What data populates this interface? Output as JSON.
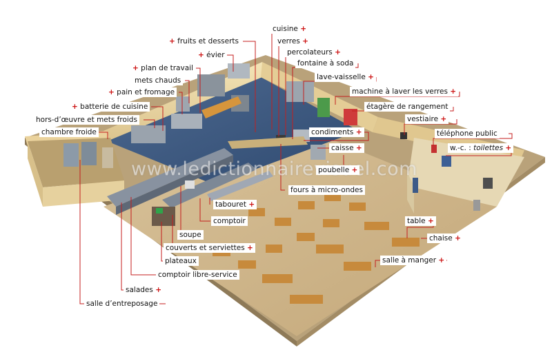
{
  "watermark": "www.ledictionnairevisuel.com",
  "plus_sign": "+",
  "colors": {
    "leader": "#c41e1e",
    "floor": "#cdb48a",
    "wall": "#ecd9a6",
    "kitchen_floor": "#3e5a80"
  },
  "labels": [
    {
      "id": "cuisine",
      "text": "cuisine",
      "plus": "after"
    },
    {
      "id": "verres",
      "text": "verres",
      "plus": "after"
    },
    {
      "id": "fruits-et-desserts",
      "text": "fruits et desserts",
      "plus": "before"
    },
    {
      "id": "percolateurs",
      "text": "percolateurs",
      "plus": "after"
    },
    {
      "id": "evier",
      "text": "évier",
      "plus": "before"
    },
    {
      "id": "fontaine-a-soda",
      "text": "fontaine à soda",
      "plus": "none"
    },
    {
      "id": "plan-de-travail",
      "text": "plan de travail",
      "plus": "before"
    },
    {
      "id": "lave-vaisselle",
      "text": "lave-vaisselle",
      "plus": "after"
    },
    {
      "id": "mets-chauds",
      "text": "mets chauds",
      "plus": "none"
    },
    {
      "id": "machine-a-laver-les-verres",
      "text": "machine à laver les verres",
      "plus": "after"
    },
    {
      "id": "pain-et-fromage",
      "text": "pain et fromage",
      "plus": "before"
    },
    {
      "id": "etagere-de-rangement",
      "text": "étagère de rangement",
      "plus": "none"
    },
    {
      "id": "batterie-de-cuisine",
      "text": "batterie de cuisine",
      "plus": "before"
    },
    {
      "id": "hors-doeuvre-et-mets-froids",
      "text": "hors-d’œuvre et mets froids",
      "plus": "none"
    },
    {
      "id": "vestiaire",
      "text": "vestiaire",
      "plus": "after"
    },
    {
      "id": "chambre-froide",
      "text": "chambre froide",
      "plus": "none"
    },
    {
      "id": "condiments",
      "text": "condiments",
      "plus": "after"
    },
    {
      "id": "telephone-public",
      "text": "téléphone public",
      "plus": "none"
    },
    {
      "id": "caisse",
      "text": "caisse",
      "plus": "after"
    },
    {
      "id": "wc-toilettes",
      "text": "w.-c. : ",
      "italic": "toilettes",
      "plus": "after"
    },
    {
      "id": "poubelle",
      "text": "poubelle",
      "plus": "after"
    },
    {
      "id": "fours-a-micro-ondes",
      "text": "fours à micro-ondes",
      "plus": "none"
    },
    {
      "id": "tabouret",
      "text": "tabouret",
      "plus": "after"
    },
    {
      "id": "comptoir",
      "text": "comptoir",
      "plus": "none"
    },
    {
      "id": "table",
      "text": "table",
      "plus": "after"
    },
    {
      "id": "soupe",
      "text": "soupe",
      "plus": "none"
    },
    {
      "id": "chaise",
      "text": "chaise",
      "plus": "after"
    },
    {
      "id": "couverts-et-serviettes",
      "text": "couverts et serviettes",
      "plus": "after"
    },
    {
      "id": "plateaux",
      "text": "plateaux",
      "plus": "none"
    },
    {
      "id": "salle-a-manger",
      "text": "salle à manger",
      "plus": "after"
    },
    {
      "id": "comptoir-libre-service",
      "text": "comptoir libre-service",
      "plus": "none"
    },
    {
      "id": "salades",
      "text": "salades",
      "plus": "after"
    },
    {
      "id": "salle-dentreposage",
      "text": "salle d’entreposage",
      "plus": "none"
    }
  ]
}
